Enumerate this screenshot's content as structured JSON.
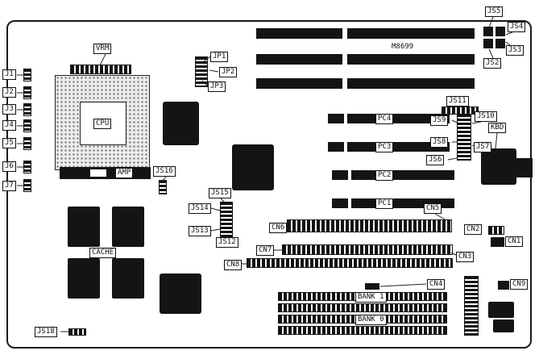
{
  "labels": {
    "j1": "J1",
    "j2": "J2",
    "j3": "J3",
    "j4": "J4",
    "j5": "J5",
    "j6": "J6",
    "j7": "J7",
    "vrm": "VRM",
    "cpu": "CPU",
    "amp": "AMP",
    "cache": "CACHE",
    "js2": "JS2",
    "js3": "JS3",
    "js4": "JS4",
    "js5": "JS5",
    "js6": "JS6",
    "js7": "JS7",
    "js8": "JS8",
    "js9": "JS9",
    "js10": "JS10",
    "js11": "JS11",
    "js12": "JS12",
    "js13": "JS13",
    "js14": "JS14",
    "js15": "JS15",
    "js16": "JS16",
    "js18": "JS18",
    "jp1": "JP1",
    "jp2": "JP2",
    "jp3": "JP3",
    "m8699": "M8699",
    "kbd": "KBD",
    "pc1": "PC1",
    "pc2": "PC2",
    "pc3": "PC3",
    "pc4": "PC4",
    "cn1": "CN1",
    "cn2": "CN2",
    "cn3": "CN3",
    "cn4": "CN4",
    "cn5": "CN5",
    "cn6": "CN6",
    "cn7": "CN7",
    "cn8": "CN8",
    "cn9": "CN9",
    "bank1": "BANK 1",
    "bank0": "BANK 0"
  }
}
